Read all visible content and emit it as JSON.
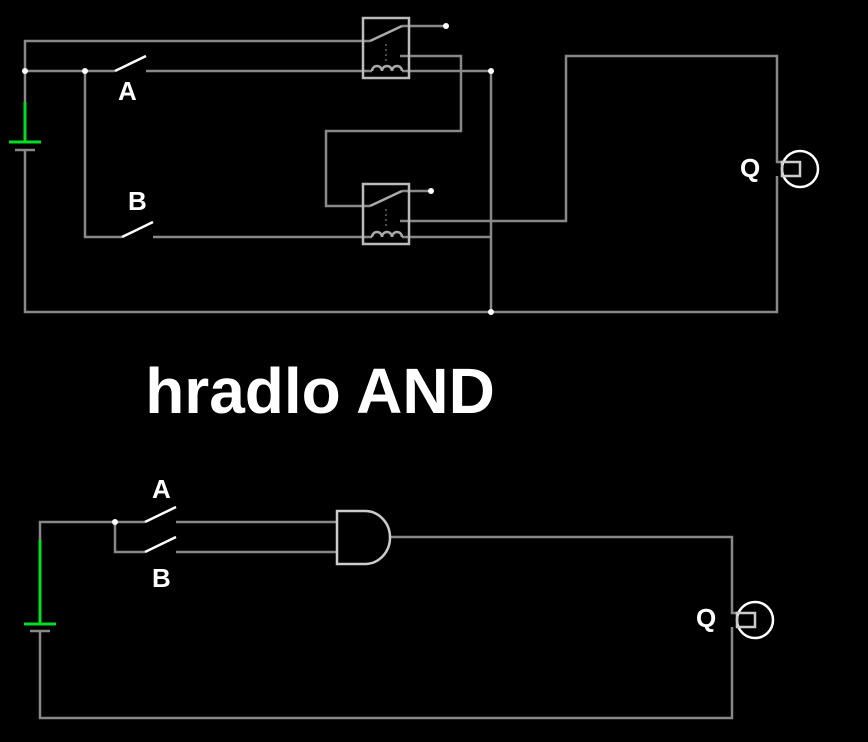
{
  "relay_circuit": {
    "switch_a_label": "A",
    "switch_b_label": "B",
    "output_label": "Q"
  },
  "title": "hradlo AND",
  "gate_circuit": {
    "switch_a_label": "A",
    "switch_b_label": "B",
    "output_label": "Q"
  },
  "colors": {
    "wire": "#888888",
    "battery": "#00dd22",
    "background": "#000000"
  }
}
